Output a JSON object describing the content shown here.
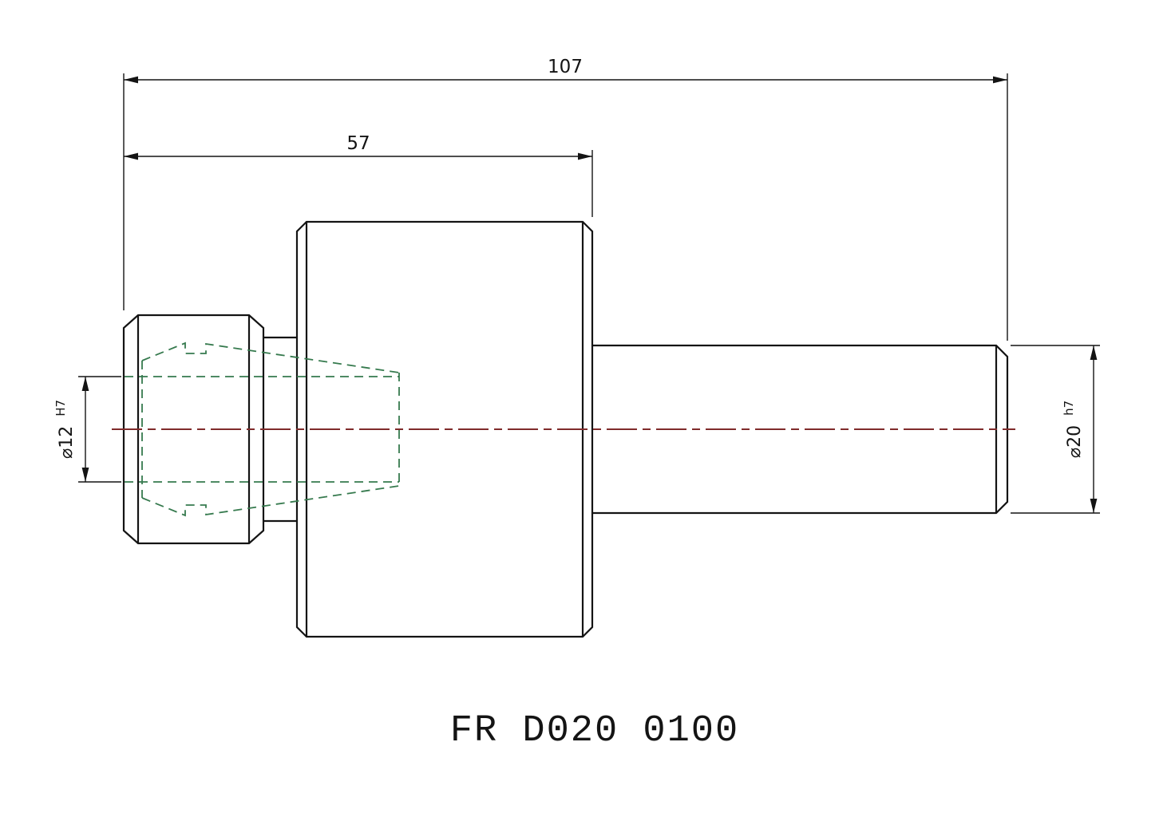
{
  "drawing": {
    "title": "FR D020 0100",
    "dimensions": {
      "overall_length": "107",
      "head_length": "57",
      "bore": {
        "dia": "⌀12",
        "tol": "H7"
      },
      "shank": {
        "dia": "⌀20",
        "tol": "h7"
      }
    },
    "colors": {
      "outline": "#141414",
      "dimension": "#141414",
      "centerline": "#802b2b",
      "hidden": "#367a4e",
      "background": "#ffffff"
    }
  }
}
